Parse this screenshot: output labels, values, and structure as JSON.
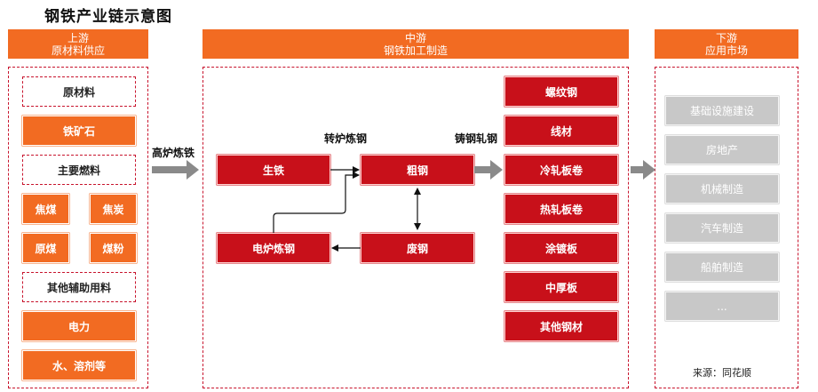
{
  "title": "钢铁产业链示意图",
  "headers": {
    "upstream": {
      "line1": "上游",
      "line2": "原材料供应"
    },
    "midstream": {
      "line1": "中游",
      "line2": "钢铁加工制造"
    },
    "downstream": {
      "line1": "下游",
      "line2": "应用市场"
    }
  },
  "upstream": {
    "raw_materials": "原材料",
    "iron_ore": "铁矿石",
    "main_fuel": "主要燃料",
    "coking_coal": "焦煤",
    "coke": "焦炭",
    "raw_coal": "原煤",
    "coal_powder": "煤粉",
    "aux_materials": "其他辅助用料",
    "electricity": "电力",
    "water_solvent": "水、溶剂等"
  },
  "processes": {
    "blast_furnace": "高炉炼铁",
    "converter": "转炉炼钢",
    "casting_rolling": "铸钢轧钢"
  },
  "midstream": {
    "pig_iron": "生铁",
    "crude_steel": "粗钢",
    "electric_furnace": "电炉炼钢",
    "scrap_steel": "废钢"
  },
  "products": [
    "螺纹钢",
    "线材",
    "冷轧板卷",
    "热轧板卷",
    "涂镀板",
    "中厚板",
    "其他钢材"
  ],
  "downstream": [
    "基础设施建设",
    "房地产",
    "机械制造",
    "汽车制造",
    "船舶制造",
    "..."
  ],
  "source": "来源：同花顺",
  "colors": {
    "orange": "#f26b22",
    "red": "#c8101a",
    "gray": "#c8c8c8",
    "dash": "#c8142d"
  }
}
